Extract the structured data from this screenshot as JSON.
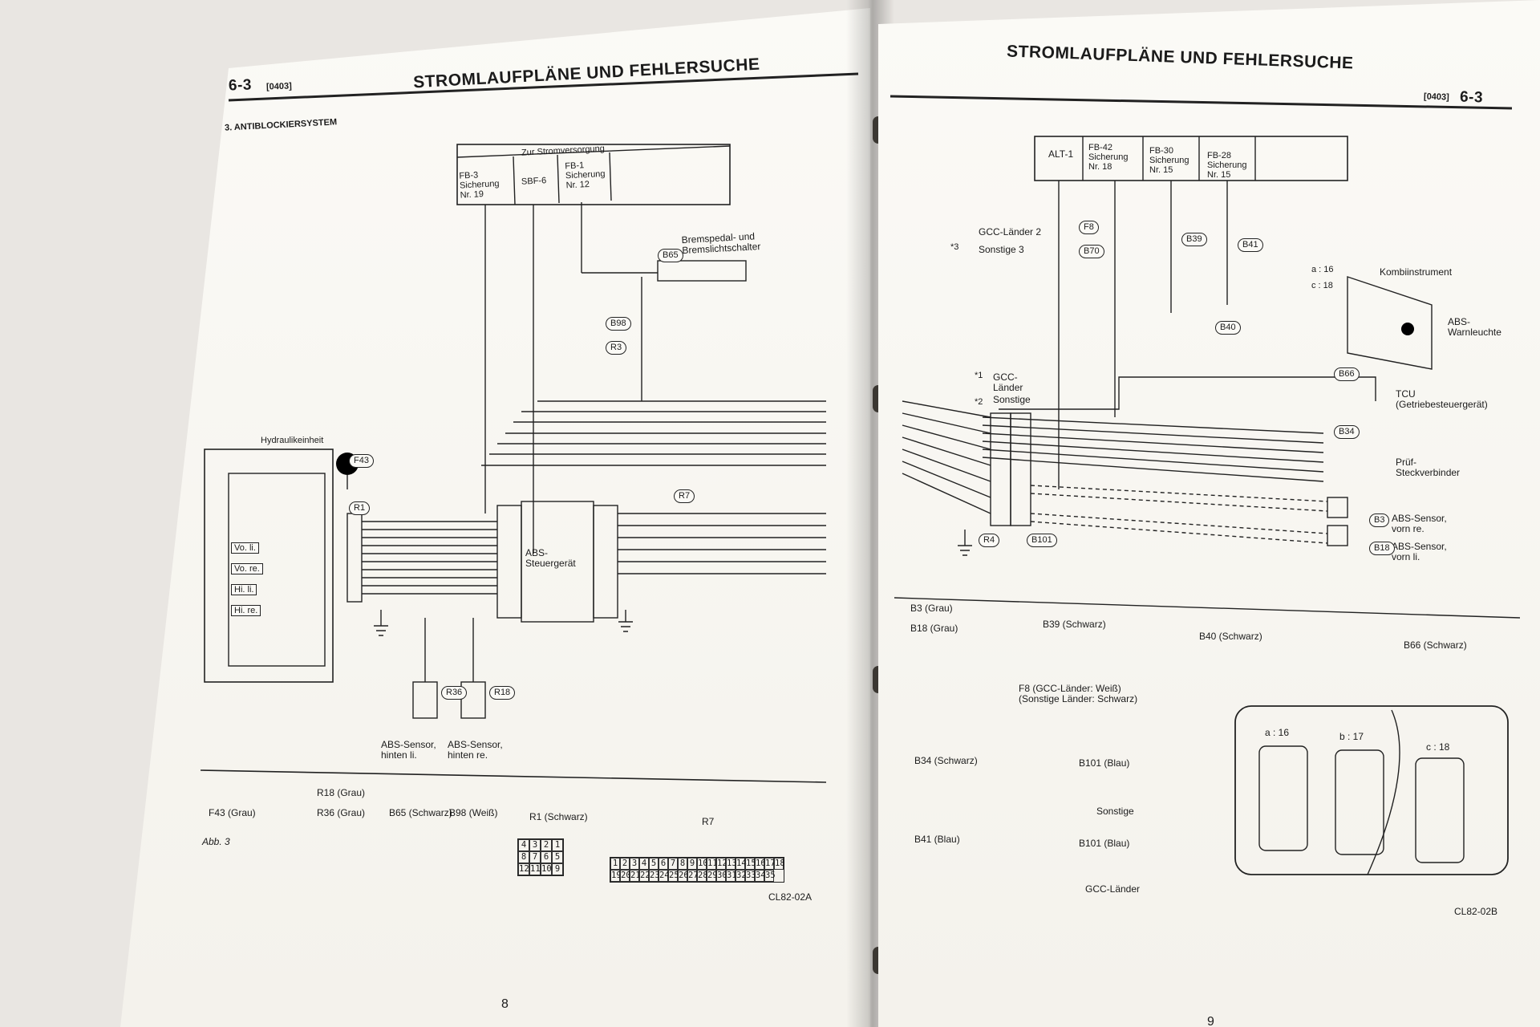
{
  "left_page": {
    "section_number": "6-3",
    "code": "[0403]",
    "title": "STROMLAUFPLÄNE UND FEHLERSUCHE",
    "subsection": "3. ANTIBLOCKIERSYSTEM",
    "supply_box": {
      "header": "Zur Stromversorgung",
      "cols": [
        "FB-3 Sicherung Nr. 19",
        "SBF-6",
        "FB-1 Sicherung Nr. 12"
      ]
    },
    "brake_switch": "Bremspedal- und Bremslichtschalter",
    "hydraulic_unit": "Hydraulikeinheit",
    "valves": [
      "Vo. li.",
      "Vo. re.",
      "Hi. li.",
      "Hi. re."
    ],
    "ecu": "ABS-Steuergerät",
    "sensors": [
      "ABS-Sensor, hinten li.",
      "ABS-Sensor, hinten re."
    ],
    "connector_ids": [
      "B65",
      "B98",
      "R3",
      "F43",
      "R1",
      "R7",
      "R36",
      "R18"
    ],
    "legend": {
      "line1": "R18 (Grau)",
      "line2": [
        "F43 (Grau)",
        "R36 (Grau)",
        "B65 (Schwarz)",
        "B98 (Weiß)",
        "R1 (Schwarz)",
        "R7"
      ]
    },
    "figure_label": "Abb. 3",
    "figure_code": "CL82-02A",
    "page_number": "8",
    "r7_pins_top": [
      "1",
      "2",
      "3",
      "4",
      "5",
      "6",
      "7",
      "8",
      "9",
      "10",
      "11",
      "12",
      "13",
      "14",
      "15",
      "16",
      "17",
      "18"
    ],
    "r7_pins_bottom": [
      "19",
      "20",
      "21",
      "22",
      "23",
      "24",
      "25",
      "26",
      "27",
      "28",
      "29",
      "30",
      "31",
      "32",
      "33",
      "34",
      "35"
    ],
    "r1_pins": [
      "4",
      "3",
      "2",
      "1",
      "8",
      "7",
      "6",
      "5",
      "12",
      "11",
      "10",
      "9"
    ]
  },
  "right_page": {
    "section_number": "6-3",
    "code": "[0403]",
    "title": "STROMLAUFPLÄNE UND FEHLERSUCHE",
    "supply_box": {
      "cols": [
        "ALT-1",
        "FB-42 Sicherung Nr. 18",
        "FB-30 Sicherung Nr. 15",
        "FB-28 Sicherung Nr. 15"
      ]
    },
    "gcc_note": [
      "GCC-Länder 2",
      "Sonstige 3"
    ],
    "gcc_note_marker": "*3",
    "gcc_note2": [
      "GCC-Länder",
      "Sonstige"
    ],
    "gcc_note2_markers": [
      "*1",
      "*2"
    ],
    "kombi": "Kombiinstrument",
    "kombi_pins": [
      "a : 16",
      "c : 18"
    ],
    "warn_lamp": "ABS-Warnleuchte",
    "tcu": "TCU (Getriebesteuergerät)",
    "test_connector": "Prüf-Steckverbinder",
    "sensors": [
      "ABS-Sensor, vorn re.",
      "ABS-Sensor, vorn li."
    ],
    "connector_ids": [
      "F8",
      "B70",
      "B39",
      "B41",
      "B40",
      "B66",
      "B34",
      "B3",
      "B18",
      "R4",
      "B101"
    ],
    "legend": {
      "b3": "B3 (Grau)",
      "b18": "B18 (Grau)",
      "b39": "B39 (Schwarz)",
      "b40": "B40 (Schwarz)",
      "b66": "B66 (Schwarz)",
      "f8": "F8 (GCC-Länder: Weiß) (Sonstige Länder: Schwarz)",
      "b34": "B34 (Schwarz)",
      "b101a": "B101 (Blau)",
      "b101a_sub": "Sonstige",
      "b41": "B41 (Blau)",
      "b101b": "B101 (Blau)",
      "b101b_sub": "GCC-Länder"
    },
    "cluster_labels": [
      "a : 16",
      "b : 17",
      "c : 18"
    ],
    "figure_code": "CL82-02B",
    "page_number": "9"
  }
}
